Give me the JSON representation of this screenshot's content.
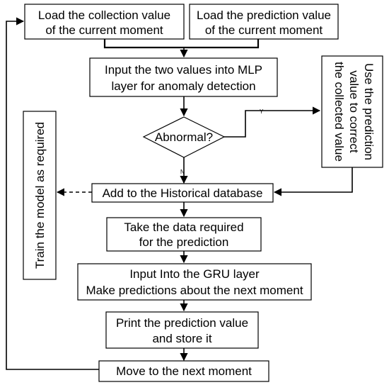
{
  "nodes": {
    "load_collection": {
      "line1": "Load the collection value",
      "line2": "of the current moment"
    },
    "load_prediction": {
      "line1": "Load the prediction value",
      "line2": "of the current moment"
    },
    "mlp_input": {
      "line1": "Input the two values into MLP",
      "line2": "layer for anomaly detection"
    },
    "abnormal_decision": {
      "label": "Abnormal?"
    },
    "correct_value": {
      "line1": "Use the prediction",
      "line2": "value to correct",
      "line3": "the collected value"
    },
    "historical_db": {
      "label": "Add to the Historical database"
    },
    "train_model": {
      "label": "Train the model as required"
    },
    "take_data": {
      "line1": "Take the data required",
      "line2": "for the prediction"
    },
    "gru_input": {
      "line1": "Input Into the  GRU layer",
      "line2": "Make predictions about the next moment"
    },
    "print_prediction": {
      "line1": "Print the prediction value",
      "line2": "and store it"
    },
    "next_moment": {
      "label": "Move to the next moment"
    }
  },
  "edges": {
    "yes_label": "Y",
    "no_label": "N"
  }
}
